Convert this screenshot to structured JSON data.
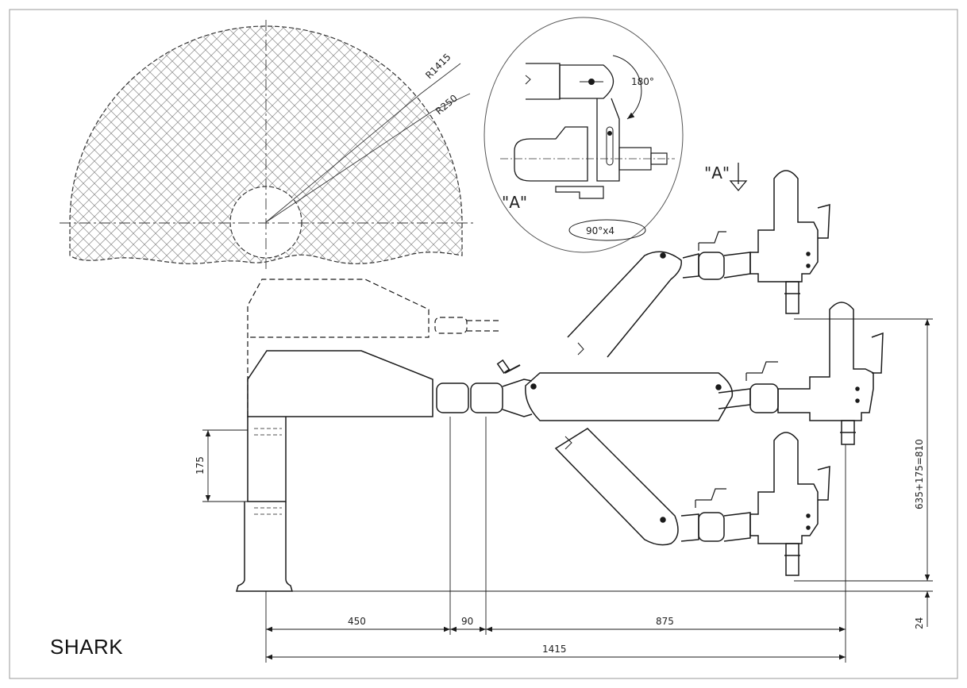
{
  "title": "SHARK",
  "radii": {
    "outer": "R1415",
    "inner": "R250"
  },
  "detail": {
    "view_label": "\"A\"",
    "view_arrow_label": "\"A\"",
    "rotation_angle": "180°",
    "indexing": "90°x4"
  },
  "dimensions": {
    "column_height": "175",
    "arm_first": "450",
    "arm_gap": "90",
    "arm_second": "875",
    "total_reach": "1415",
    "vertical_stroke": "635+175=810",
    "base_offset": "24"
  },
  "colors": {
    "line": "#1a1a1a",
    "hatch": "#8a8a8a",
    "frame": "#9a9a9a"
  }
}
